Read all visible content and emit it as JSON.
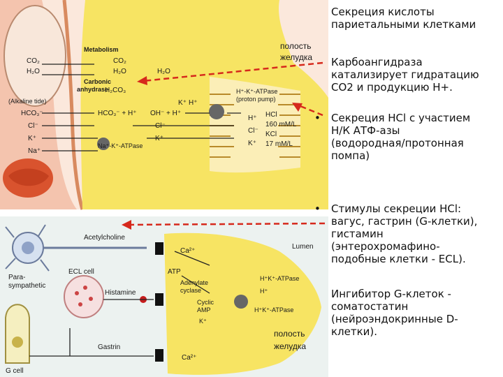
{
  "title_line1": "Секреция кислоты",
  "title_line2": "париетальными клетками",
  "cavity_top_line1": "полость",
  "cavity_top_line2": "желудка",
  "cavity_bottom_line1": "полость",
  "cavity_bottom_line2": "желудка",
  "lumen": "Lumen",
  "points": [
    {
      "bullet": "",
      "lines": [
        "Карбоангидраза",
        "катализирует гидратацию",
        "СО2 и продукцию Н+."
      ]
    },
    {
      "bullet": "•",
      "lines": [
        "Секреция НCl с участием",
        "Н/К АТФ-азы",
        "(водородная/протонная",
        "помпа)"
      ]
    },
    {
      "bullet": "•",
      "lines": [
        "Стимулы секреции НCl:",
        "вагус, гастрин (G-клетки),",
        "гистамин",
        "(энтерохромафино-",
        "подобные клетки - ECL)."
      ]
    },
    {
      "bullet": "",
      "lines": [
        "Ингибитор G-клеток -",
        "соматостатин",
        "(нейроэндокринные D-",
        "клетки)."
      ]
    }
  ],
  "top_diagram": {
    "metabolism": "Metabolism",
    "carbonic1": "Carbonic",
    "carbonic2": "anhydrase",
    "alkaline_tide": "(Alkaline tide)",
    "blood_side": [
      "CO₂",
      "H₂O",
      "HCO₃⁻",
      "Cl⁻",
      "K⁺",
      "Na⁺"
    ],
    "cell_labels": [
      "CO₂",
      "H₂O",
      "H₂CO₃",
      "HCO₃⁻ + H⁺",
      "OH⁻ + H⁺",
      "H₂O",
      "Cl⁻",
      "K⁺",
      "Na⁺-K⁺-ATPase",
      "H⁺",
      "K⁺"
    ],
    "pump1": "H⁺-K⁺-ATPase",
    "pump2": "(proton pump)",
    "lumen_ions": [
      "H⁺",
      "Cl⁻",
      "K⁺"
    ],
    "hcl": "HCl",
    "hcl_conc": "160 mM/L",
    "kcl": "KCl",
    "kcl_conc": "17 mM/L"
  },
  "bottom_diagram": {
    "acetylcholine": "Acetylcholine",
    "parasympathetic1": "Para-",
    "parasympathetic2": "sympathetic",
    "ecl_cell": "ECL cell",
    "histamine": "Histamine",
    "gastrin": "Gastrin",
    "g_cell": "G cell",
    "ca_top": "Ca²⁺",
    "atp": "ATP",
    "adenylate1": "Adenylate",
    "adenylate2": "cyclase",
    "cyclic1": "Cyclic",
    "cyclic2": "AMP",
    "k_plus": "K⁺",
    "hk_top": "H⁺K⁺-ATPase",
    "hk_bottom": "H⁺K⁺-ATPase",
    "h_plus": "H⁺",
    "ca_bottom": "Ca²⁺"
  },
  "colors": {
    "cell_yellow": "#f7e463",
    "blood_pink": "#f4c4ae",
    "arrow_red": "#d6291c",
    "bottom_bg": "#ecf2f0"
  }
}
